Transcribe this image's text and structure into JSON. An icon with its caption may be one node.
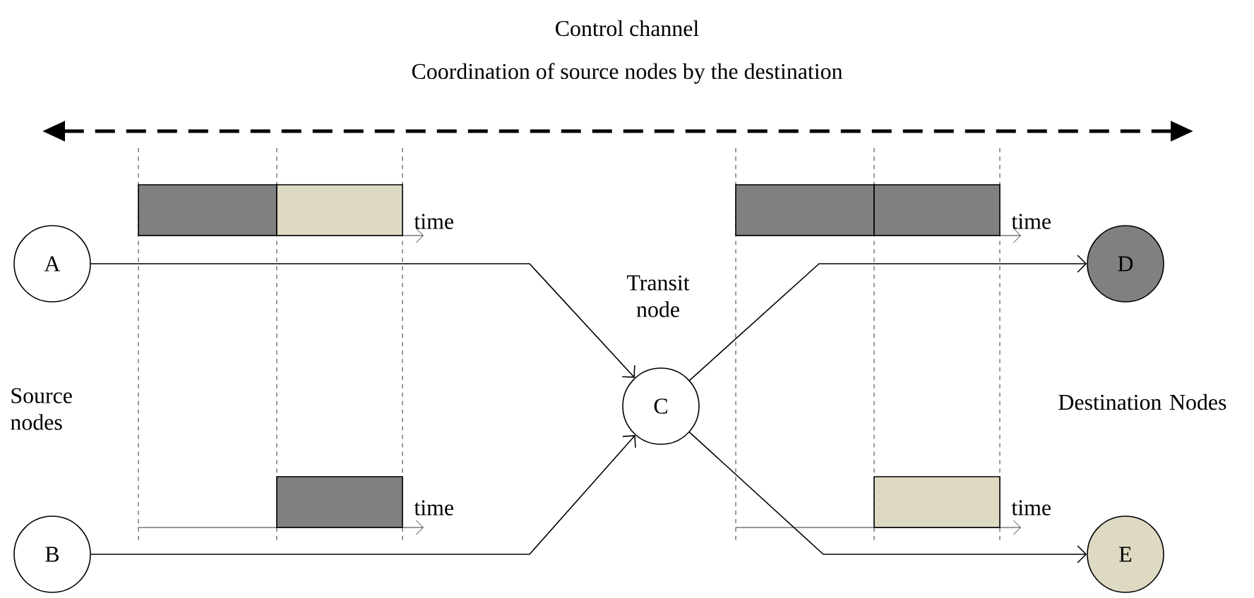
{
  "diagram": {
    "nodes": [
      {
        "text": [
          "A"
        ]
      },
      {
        "text": [
          "B"
        ]
      },
      {
        "text": [
          "C"
        ],
        "beside": [
          "Transit node"
        ]
      },
      {
        "text": [
          "D"
        ]
      },
      {
        "text": [
          "E"
        ]
      }
    ],
    "edges": [
      {
        "from": 0,
        "to": 2,
        "arrow": "to"
      },
      {
        "from": 1,
        "to": 2,
        "arrow": "to"
      },
      {
        "from": 2,
        "to": 3,
        "arrow": "to"
      },
      {
        "from": 2,
        "to": 4,
        "arrow": "to"
      }
    ],
    "labels": [
      "Control channel",
      "Coordination of source nodes by the destination",
      "time",
      "time",
      "Source nodes",
      "Destination Nodes",
      "time",
      "time"
    ]
  }
}
